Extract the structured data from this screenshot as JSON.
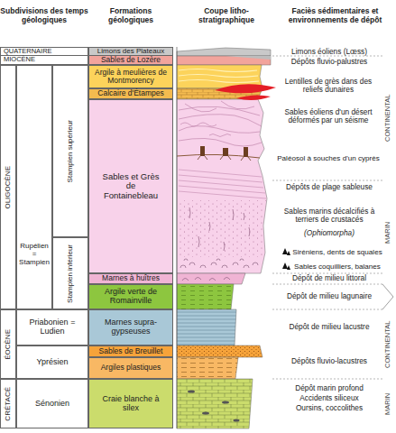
{
  "diagram": {
    "nodes": [
      {
        "text": [
          "QUATERNAIRE"
        ]
      },
      {
        "text": [
          "Limons des Plateaux"
        ]
      },
      {
        "text": [
          "MIOCÈNE"
        ]
      },
      {
        "text": [
          "Sables de Lozère"
        ]
      },
      {
        "text": [
          "OLIGOCÈNE"
        ]
      },
      {
        "text": [
          "Rupélien = Stampien"
        ]
      },
      {
        "text": [
          "Stampien supérieur"
        ]
      },
      {
        "text": [
          "Stampien inférieur"
        ]
      },
      {
        "text": [
          "Argile à meulières de Montmorency"
        ]
      },
      {
        "text": [
          "Calcaire d'Étampes"
        ]
      },
      {
        "text": [
          "Sables et Grès de Fontainebleau"
        ]
      },
      {
        "text": [
          "Marnes à huîtres"
        ]
      },
      {
        "text": [
          "Argile verte de Romainville"
        ]
      },
      {
        "text": [
          "ÉOCÈNE"
        ]
      },
      {
        "text": [
          "Priabonien = Ludien"
        ]
      },
      {
        "text": [
          "Marnes supra-gypseuses"
        ]
      },
      {
        "text": [
          "Yprésien"
        ]
      },
      {
        "text": [
          "Sables de Breuillet"
        ]
      },
      {
        "text": [
          "Argiles plastiques"
        ]
      },
      {
        "text": [
          "CRÉTACÉ"
        ]
      },
      {
        "text": [
          "Sénonien"
        ]
      },
      {
        "text": [
          "Craie blanche à silex"
        ]
      }
    ],
    "labels": [
      "Subdivisions des temps géologiques",
      "Formations géologiques",
      "Coupe litho-stratigraphique",
      "Faciès sédimentaires et environnements de dépôt",
      "Limons éoliens (Lœss)",
      "Dépôts fluvio-palustres",
      "Lentilles de grès dans des reliefs dunaires",
      "Sables éoliens d'un désert déformés par un séisme",
      "Paléosol à souches d'un cyprès",
      "Dépôts de plage sableuse",
      "Sables marins décalcifiés à terriers de crustacés",
      "(Ophiomorpha)",
      "Siréniens, dents de squales",
      "Sables coquilliers, balanes",
      "Dépôt de milieu littoral",
      "Dépôt de milieu lagunaire",
      "Dépôt de milieu lacustre",
      "Dépôts fluvio-lacustres",
      "Dépôt marin profond",
      "Accidents siliceux",
      "Oursins, coccolithes",
      "CONTINENTAL",
      "MARIN",
      "CONTINENTAL",
      "MARIN"
    ]
  }
}
